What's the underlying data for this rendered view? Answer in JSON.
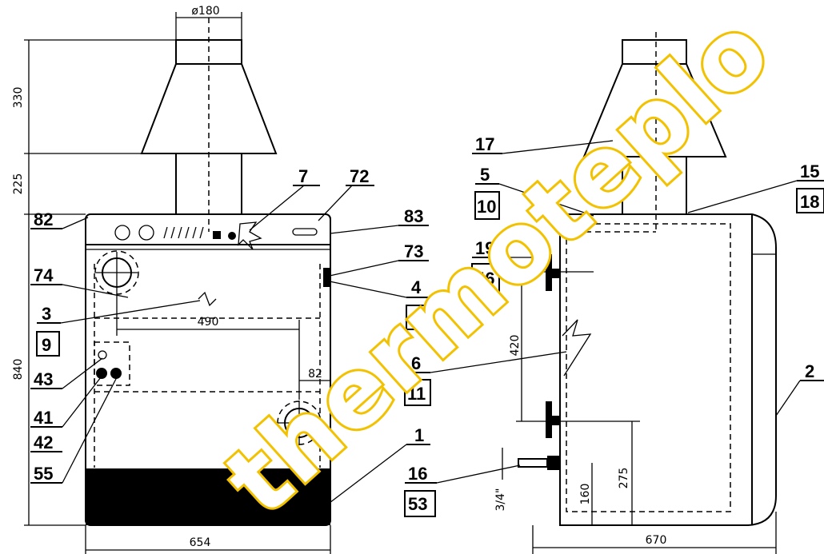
{
  "watermark": "thermoteplo",
  "front_view": {
    "dimensions": {
      "flue_diameter": "ø180",
      "height_top": "330",
      "height_mid": "225",
      "height_body": "840",
      "spacing_490": "490",
      "offset_82": "82",
      "width_654": "654"
    },
    "labels": [
      "7",
      "72",
      "83",
      "73",
      "4",
      "9",
      "82",
      "74",
      "3",
      "9",
      "43",
      "41",
      "42",
      "55",
      "1"
    ]
  },
  "side_view": {
    "dimensions": {
      "height_420": "420",
      "height_275": "275",
      "height_160": "160",
      "pipe_3_4": "3/4\"",
      "depth_670": "670"
    },
    "labels": [
      "17",
      "5",
      "10",
      "15",
      "18",
      "19",
      "46",
      "6",
      "11",
      "2",
      "16",
      "53"
    ]
  }
}
